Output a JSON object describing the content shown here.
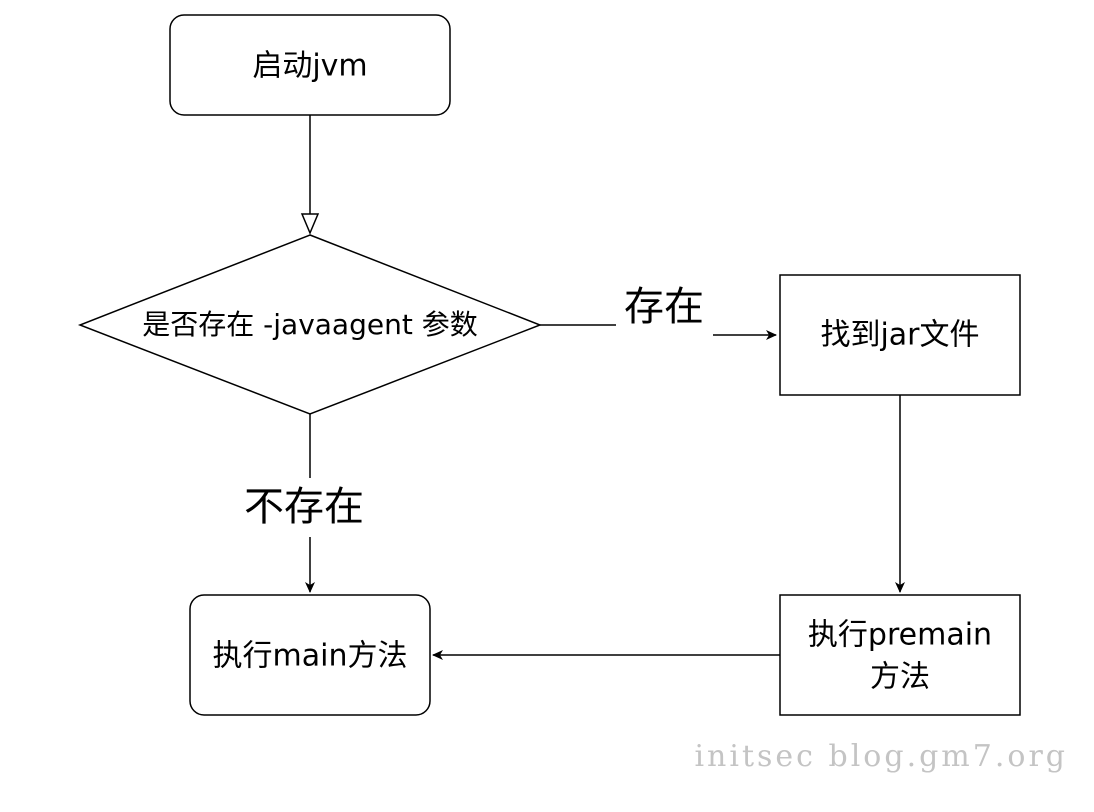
{
  "nodes": {
    "start_jvm": "启动jvm",
    "decision": "是否存在 -javaagent 参数",
    "find_jar": "找到jar文件",
    "exec_premain_line1": "执行premain",
    "exec_premain_line2": "方法",
    "exec_main": "执行main方法"
  },
  "edges": {
    "exists_label": "存在",
    "not_exists_label": "不存在"
  },
  "watermark": "initsec blog.gm7.org"
}
